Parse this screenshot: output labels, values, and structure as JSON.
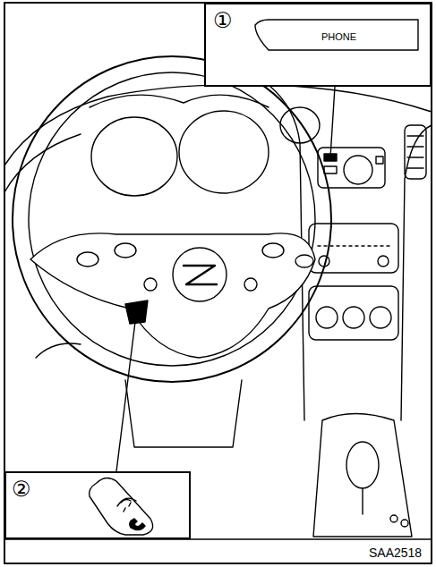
{
  "diagram": {
    "nodes": [
      {
        "text": [
          "①",
          "PHONE"
        ]
      },
      {
        "text": [
          "②"
        ]
      }
    ],
    "labels": [
      "SAA2518"
    ]
  }
}
